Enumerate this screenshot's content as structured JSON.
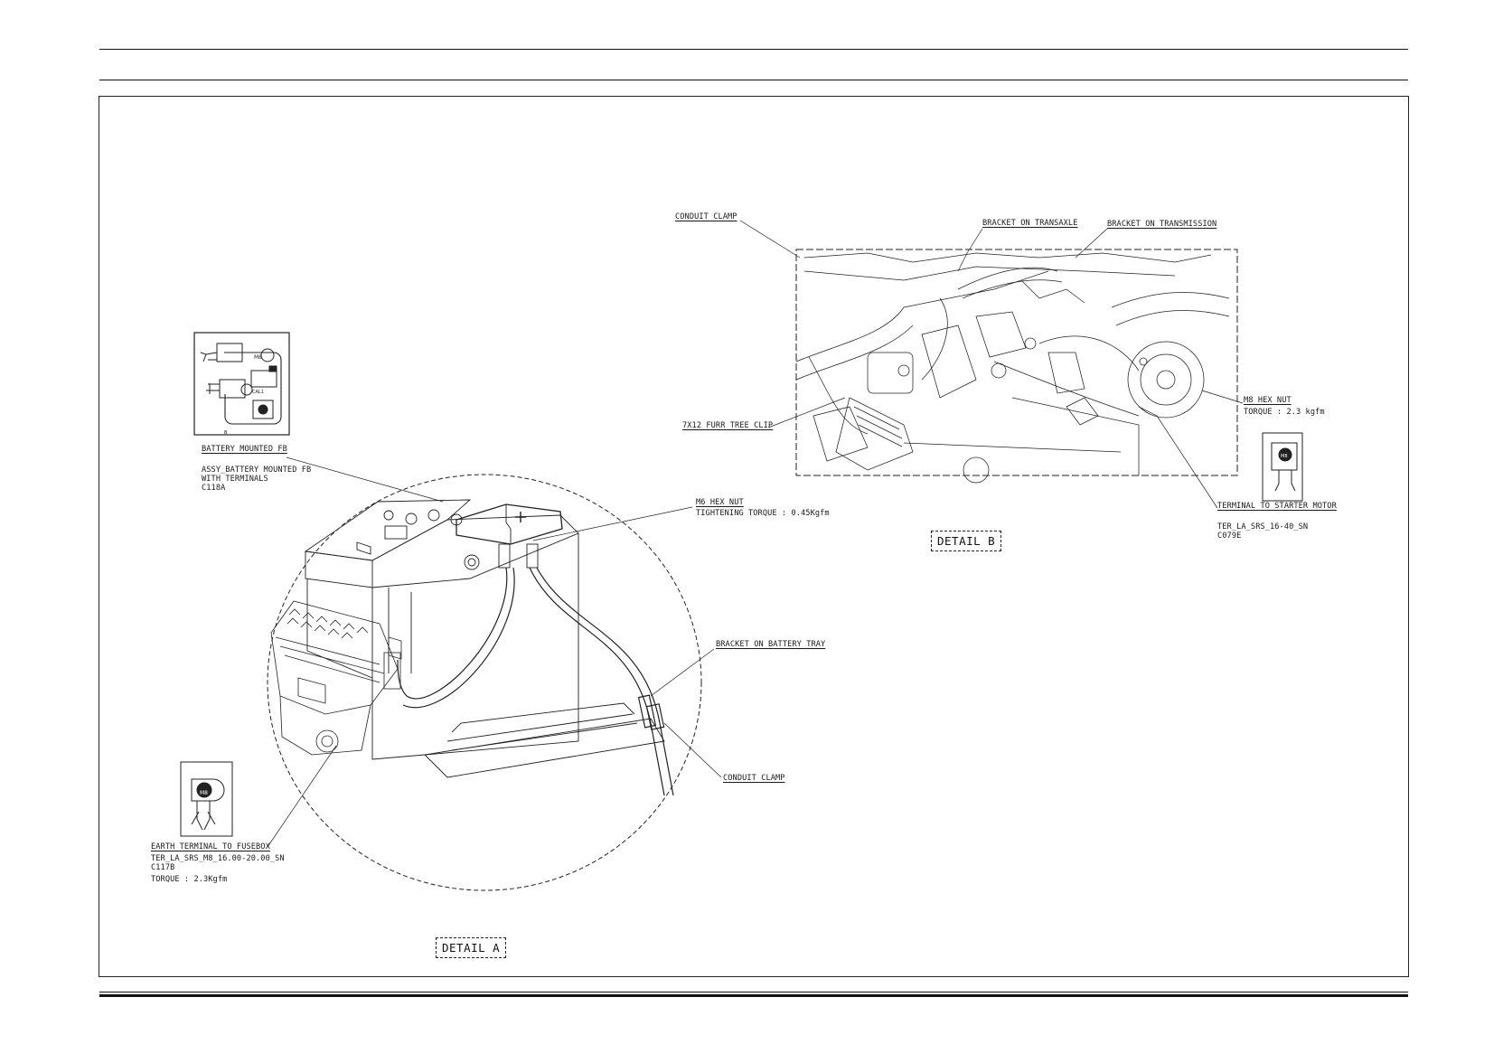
{
  "drawing": {
    "fusebox_inset": {
      "text_m8": "M8",
      "text_cal": "CAL1",
      "text_b": "B"
    },
    "detail_a": {
      "badge": "DETAIL A",
      "callouts": {
        "battery_mounted_fb": "BATTERY MOUNTED FB",
        "assy_line1": "ASSY_BATTERY MOUNTED FB",
        "assy_line2": "WITH TERMINALS",
        "assy_line3": "C118A",
        "m6_hex_nut": "M6 HEX NUT",
        "tightening_torque": "TIGHTENING TORQUE : 0.45Kgfm",
        "bracket_on_battery_tray": "BRACKET ON BATTERY TRAY",
        "conduit_clamp": "CONDUIT CLAMP",
        "earth_terminal": "EARTH TERMINAL TO FUSEBOX",
        "earth_part": "TER_LA_SRS_M8_16.00-20.00_SN",
        "earth_code": "C117B",
        "earth_torque": "TORQUE : 2.3Kgfm"
      },
      "terminal_icon_text": "M8"
    },
    "detail_b": {
      "badge": "DETAIL B",
      "callouts": {
        "conduit_clamp": "CONDUIT CLAMP",
        "bracket_on_transaxle": "BRACKET ON TRANSAXLE",
        "bracket_on_transmission": "BRACKET ON TRANSMISSION",
        "furr_tree_clip": "7X12 FURR TREE CLIP",
        "m8_hex_nut": "M8 HEX NUT",
        "m8_torque": "TORQUE : 2.3 kgfm",
        "terminal_to_starter": "TERMINAL TO STARTER MOTOR",
        "starter_part": "TER_LA_SRS_16-40_SN",
        "starter_code": "C079E"
      },
      "terminal_icon_text": "M8"
    }
  }
}
